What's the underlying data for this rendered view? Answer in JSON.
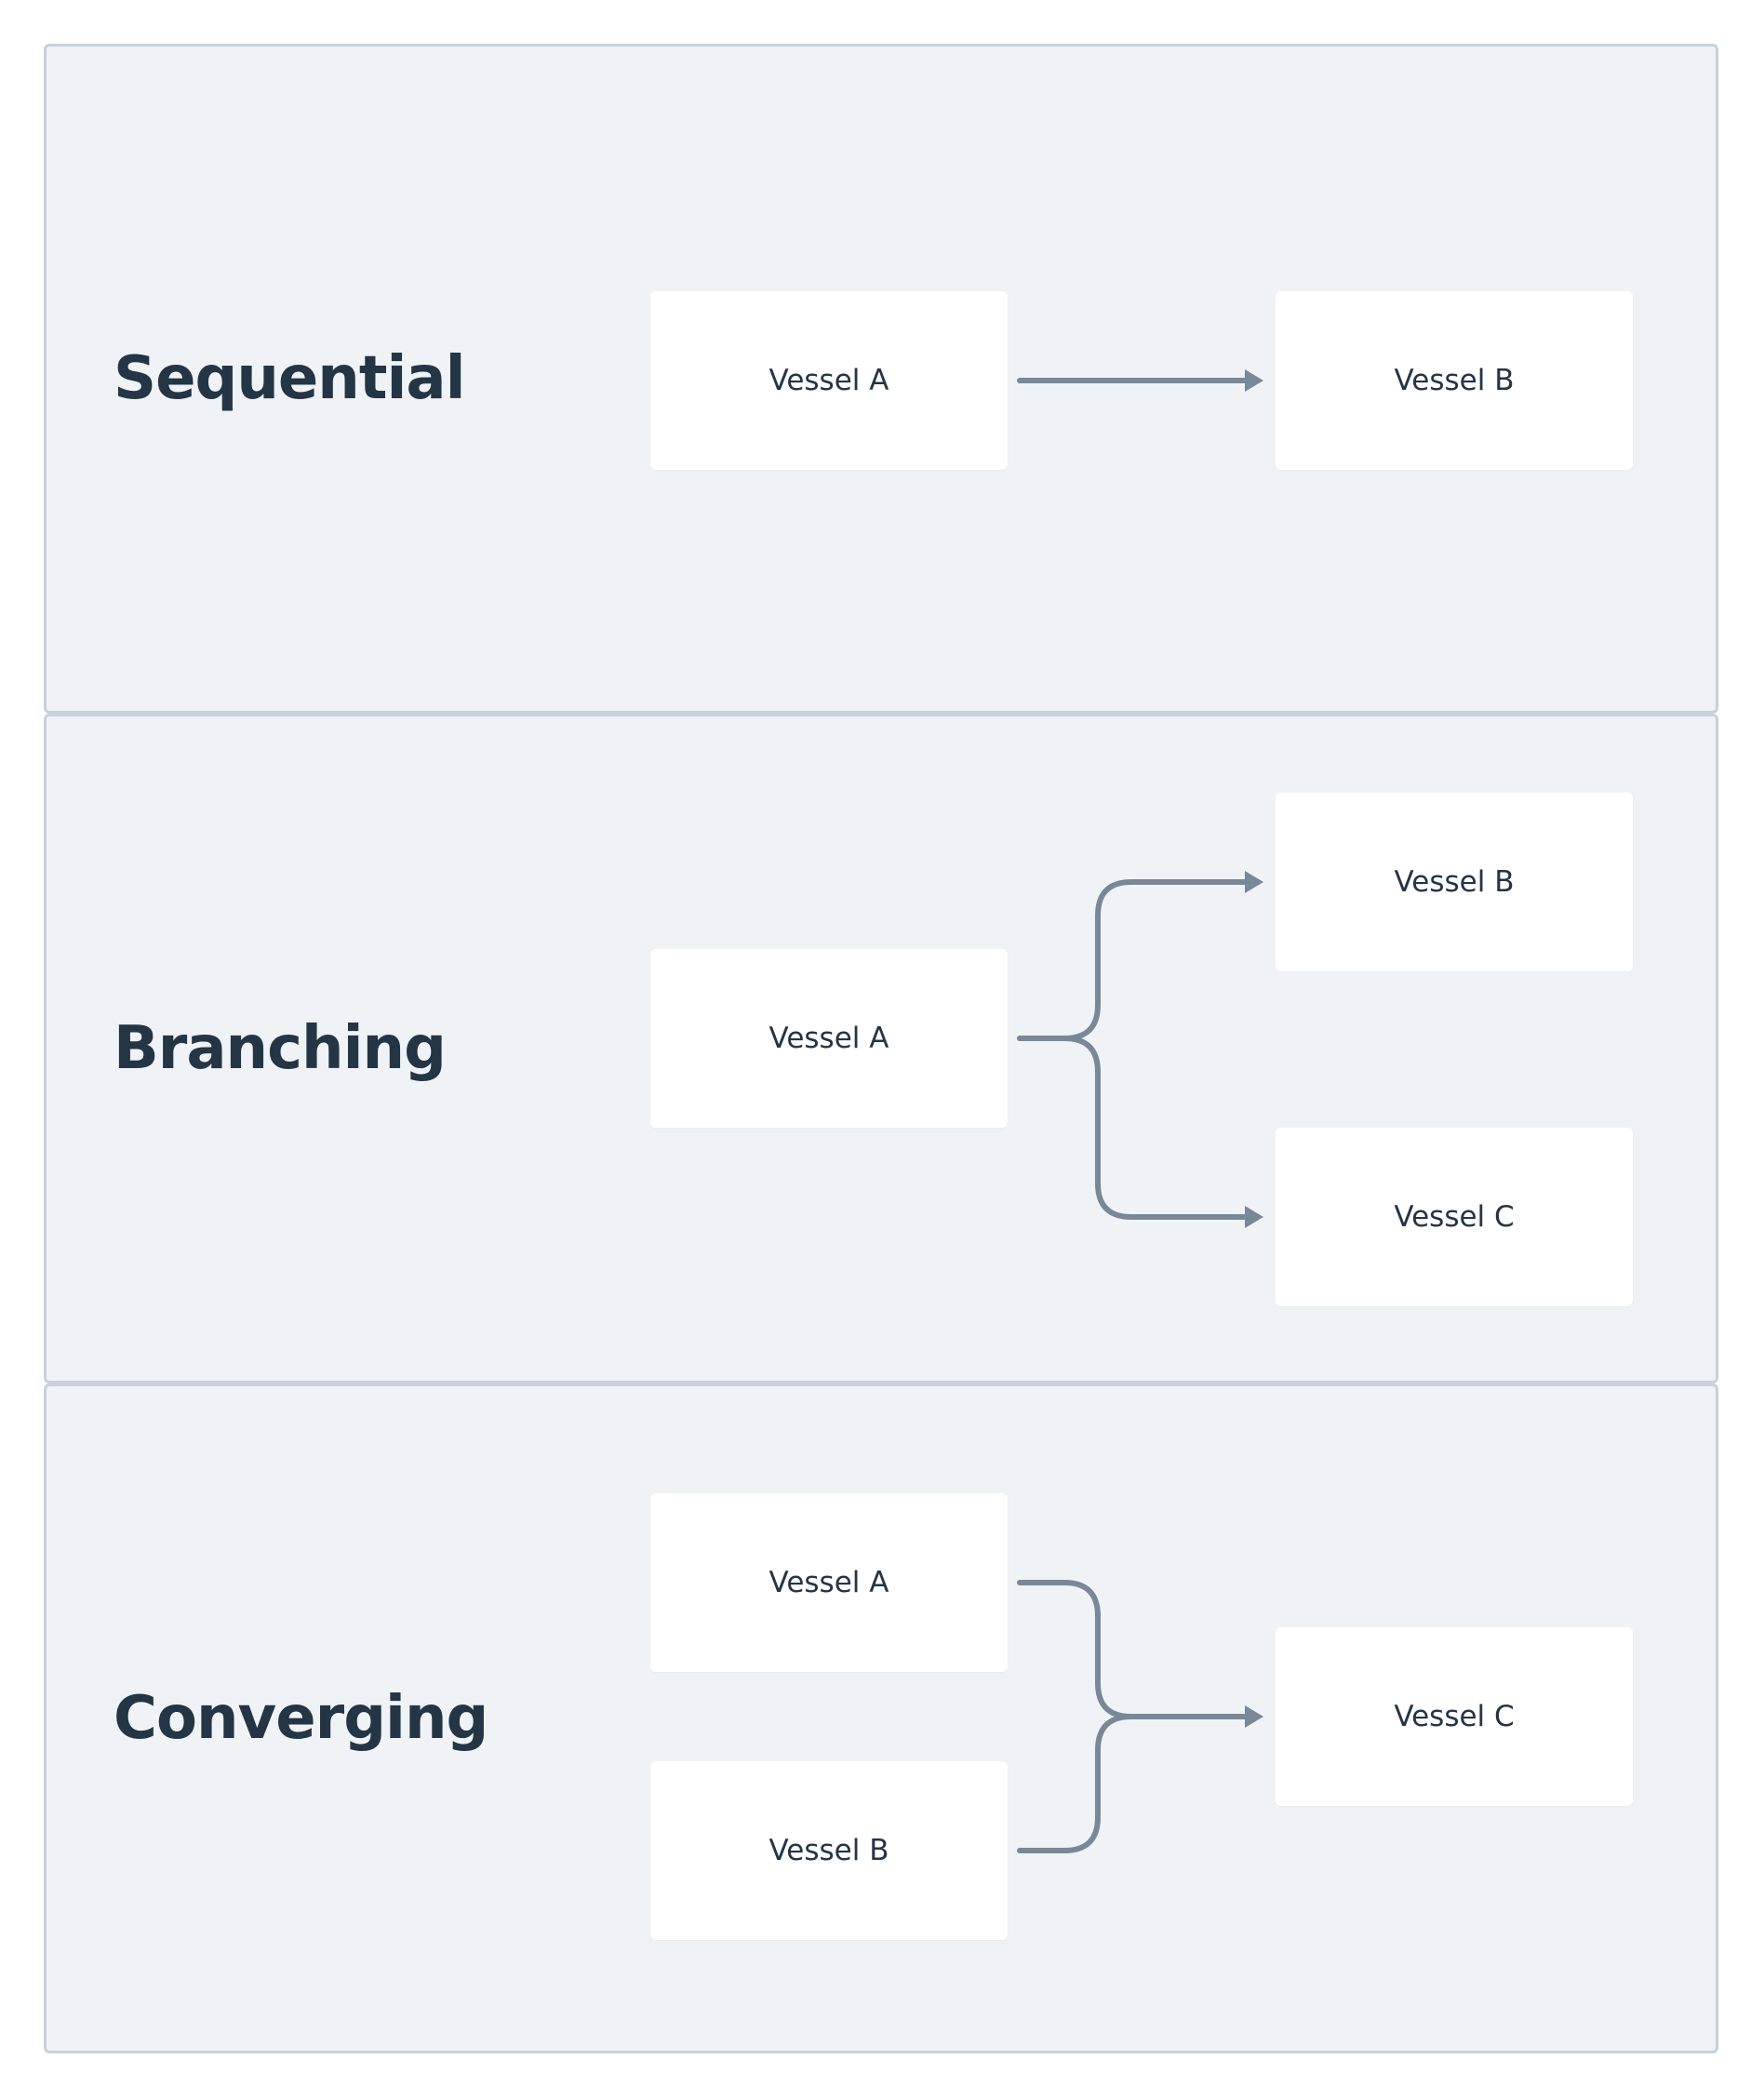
{
  "colors": {
    "panel_background": "#f0f3f6",
    "panel_border": "#c8d1dc",
    "node_background": "#ffffff",
    "text": "#243545",
    "connector": "#788897"
  },
  "sequential": {
    "title": "Sequential",
    "nodes": [
      "Vessel A",
      "Vessel B"
    ]
  },
  "branching": {
    "title": "Branching",
    "nodes": [
      "Vessel A",
      "Vessel B",
      "Vessel C"
    ]
  },
  "converging": {
    "title": "Converging",
    "nodes": [
      "Vessel A",
      "Vessel B",
      "Vessel C"
    ]
  }
}
